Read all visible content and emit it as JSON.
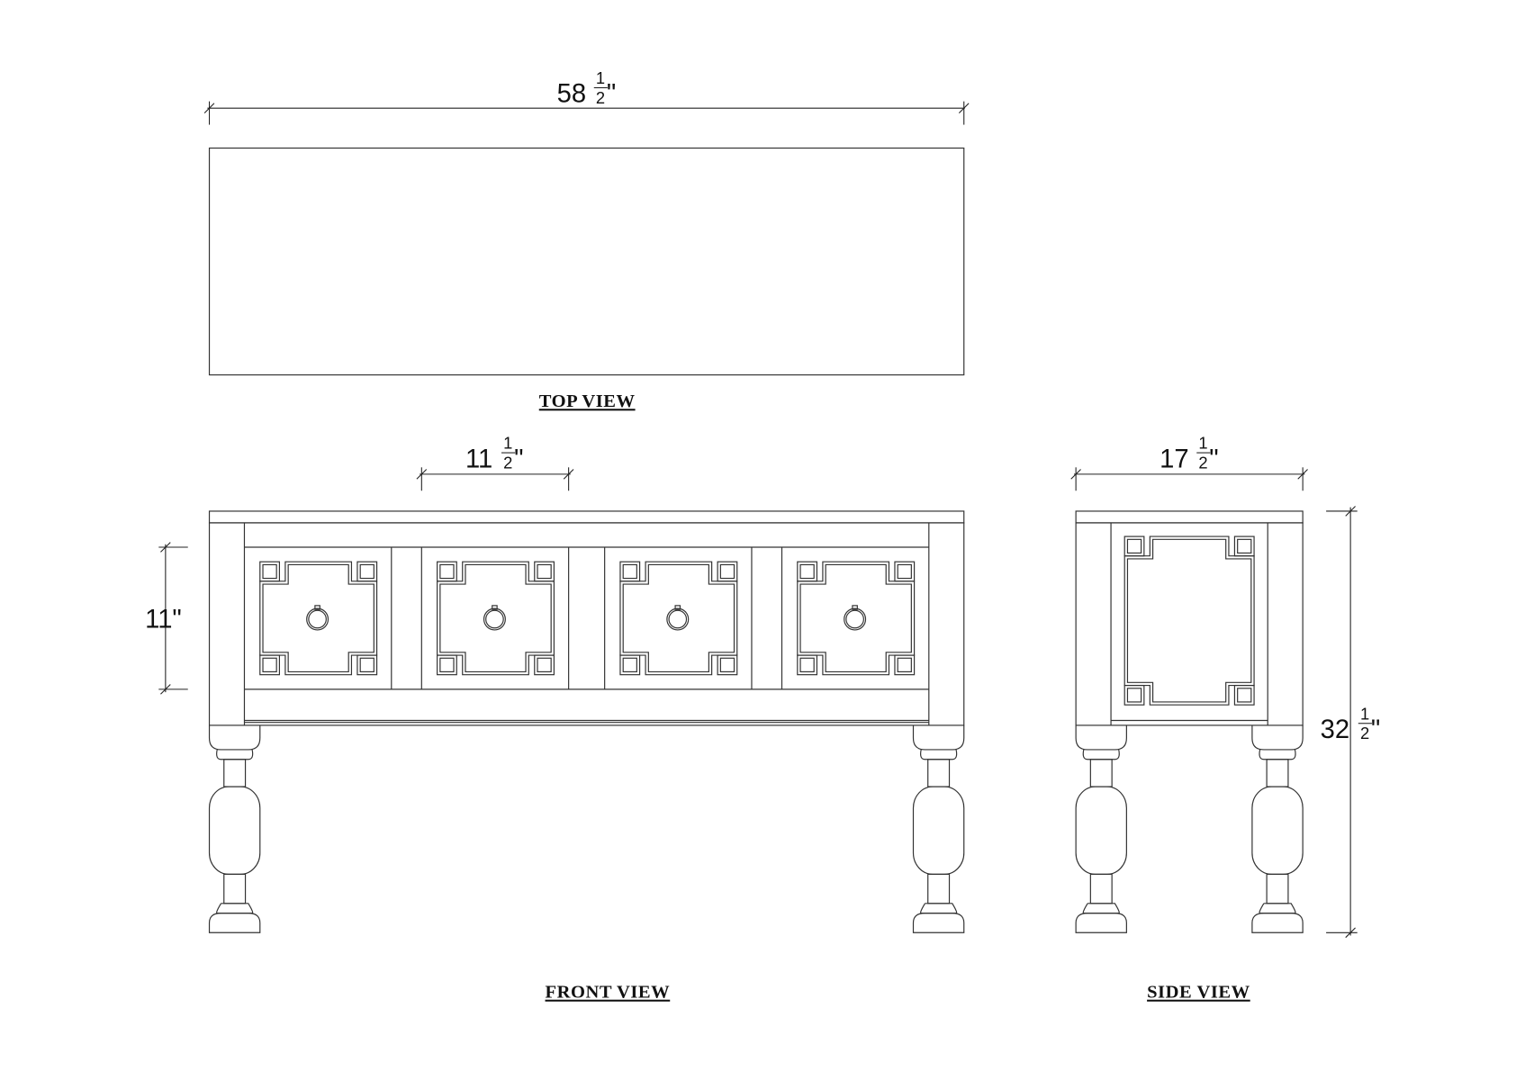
{
  "labels": {
    "top": "TOP VIEW",
    "front": "FRONT VIEW",
    "side": "SIDE VIEW"
  },
  "dimensions": {
    "width": {
      "whole": "58",
      "num": "1",
      "den": "2",
      "unit": "\""
    },
    "drawer": {
      "whole": "11",
      "num": "1",
      "den": "2",
      "unit": "\""
    },
    "drawer_height": {
      "whole": "11",
      "unit": "\""
    },
    "depth": {
      "whole": "17",
      "num": "1",
      "den": "2",
      "unit": "\""
    },
    "height": {
      "whole": "32",
      "num": "1",
      "den": "2",
      "unit": "\""
    }
  },
  "colors": {
    "line": "#333333",
    "background": "#ffffff"
  }
}
